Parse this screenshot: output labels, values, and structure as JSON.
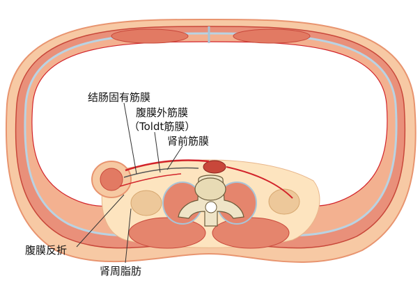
{
  "labels": {
    "colon_fascia": "结肠固有筋膜",
    "extraperitoneal_fascia": "腹膜外筋膜",
    "toldt_fascia": "（Toldt筋膜）",
    "prerenal_fascia": "肾前筋膜",
    "peritoneal_reflection": "腹膜反折",
    "perirenal_fat": "肾周脂肪"
  },
  "colors": {
    "skin_outer": "#f4b38f",
    "fat": "#fde4bf",
    "muscle": "#e5856d",
    "muscle_dark": "#c8473a",
    "fascia": "#a8c5d8",
    "red_line": "#d2232a",
    "bone": "#efe4c7",
    "kidney": "#edc89a",
    "leader": "#333333"
  }
}
